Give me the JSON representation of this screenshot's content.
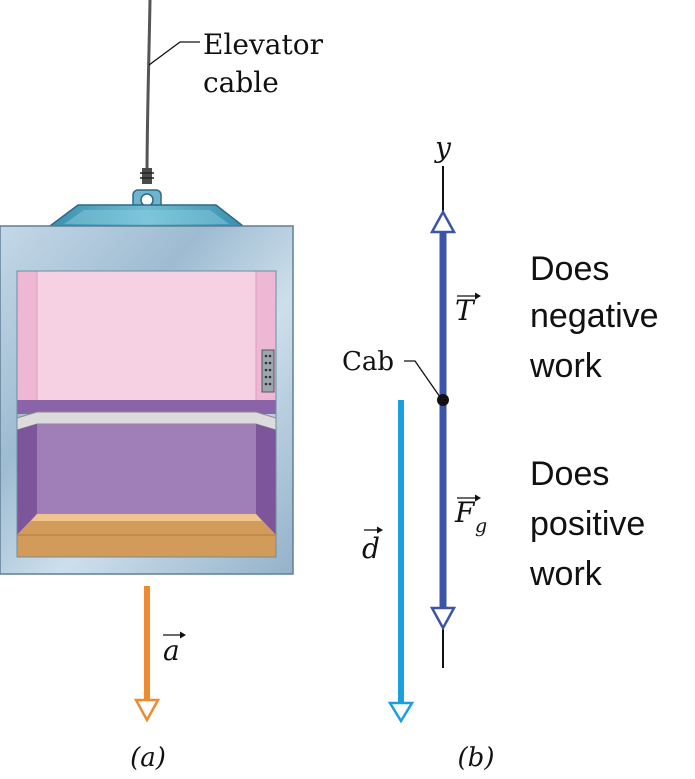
{
  "labels": {
    "cable_line1": "Elevator",
    "cable_line2": "cable",
    "accel_vector": "a",
    "y_axis": "y",
    "tension_vector": "T",
    "gravity_vector": "F",
    "gravity_subscript": "g",
    "displacement_vector": "d",
    "cab": "Cab",
    "panel_a": "(a)",
    "panel_b": "(b)"
  },
  "statements": {
    "tension_line1": "Does",
    "tension_line2": "negative",
    "tension_line3": "work",
    "gravity_line1": "Does",
    "gravity_line2": "positive",
    "gravity_line3": "work"
  },
  "colors": {
    "acceleration_arrow": "#f08a2e",
    "force_arrows": "#3d55a8",
    "displacement_arrow": "#1aa0dc",
    "cab_frame": "#a9c4d8",
    "cab_wall": "#f5d0e4",
    "cab_lower_wall": "#9f7fb8",
    "cab_floor": "#d8a060",
    "cab_roof": "#4aa3bf"
  },
  "icons": {
    "cab_button_panel": "elevator-button-panel-icon"
  }
}
